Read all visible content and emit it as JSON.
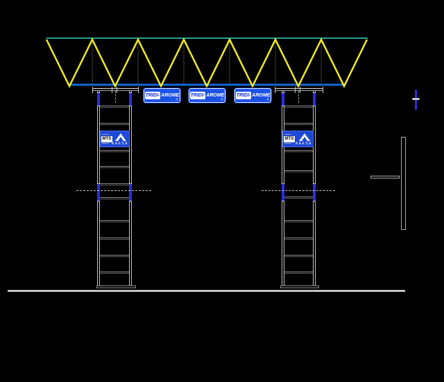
{
  "colors": {
    "background": "#000000",
    "truss_top_chord": "#2EA08C",
    "truss_bottom_chord": "#1668D8",
    "truss_diagonal": "#F0EB1B",
    "truss_vertical": "#3C3C3C",
    "bolt_blue": "#2B2BE0",
    "sign_panel_blue": "#1C51E8",
    "structure_gray": "#C4C4C4",
    "ground_white": "#ECECEC"
  },
  "gantry_signs": {
    "items": [
      {
        "prefix": "TRIDI-",
        "suffix": "AROME",
        "registered_mark": "®"
      },
      {
        "prefix": "TRIDI-",
        "suffix": "AROME",
        "registered_mark": "®"
      },
      {
        "prefix": "TRIDI-",
        "suffix": "AROME",
        "registered_mark": "®"
      }
    ]
  },
  "column_signs": {
    "items": [
      {
        "code": "MTS",
        "brand": "AAESA"
      },
      {
        "code": "MTS",
        "brand": "AAESA"
      }
    ]
  }
}
